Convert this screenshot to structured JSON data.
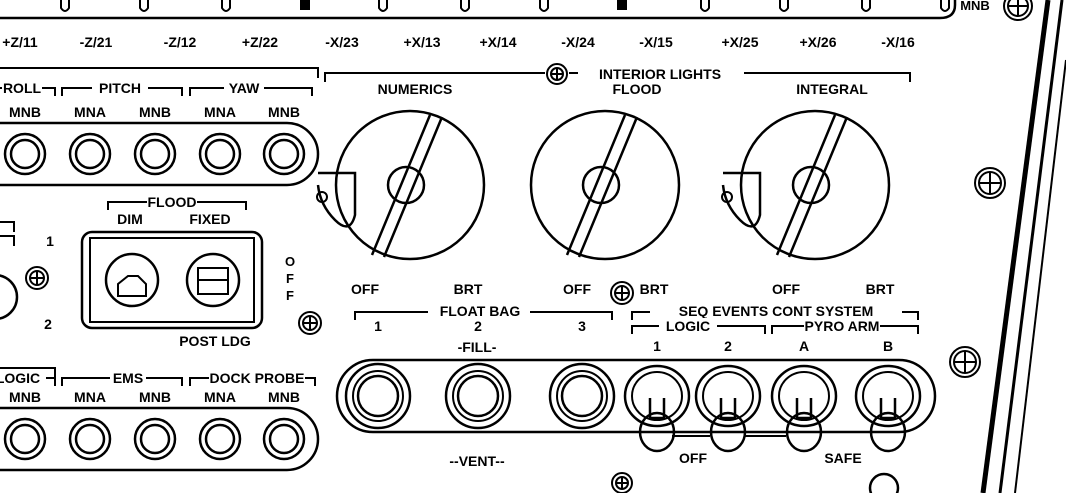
{
  "panel": {
    "top_right_label": "MNB",
    "thruster_labels": [
      "+Z/11",
      "-Z/21",
      "-Z/12",
      "+Z/22",
      "-X/23",
      "+X/13",
      "+X/14",
      "-X/24",
      "-X/15",
      "+X/25",
      "+X/26",
      "-X/16"
    ],
    "rcs_groups": [
      "ROLL",
      "PITCH",
      "YAW"
    ],
    "rcs_buses": [
      "MNB",
      "MNA",
      "MNB",
      "MNA",
      "MNB"
    ],
    "interior_lights": {
      "title": "INTERIOR LIGHTS",
      "dials": [
        {
          "label": "NUMERICS",
          "off": "OFF",
          "brt": "BRT"
        },
        {
          "label": "FLOOD",
          "off": "OFF",
          "brt": "BRT"
        },
        {
          "label": "INTEGRAL",
          "off": "OFF",
          "brt": "BRT"
        }
      ]
    },
    "flood": {
      "title": "FLOOD",
      "dim": "DIM",
      "fixed": "FIXED",
      "post_ldg": "POST LDG",
      "off_letters": [
        "O",
        "F",
        "F"
      ],
      "pos1": "1",
      "pos2": "2"
    },
    "float_bag": {
      "title": "FLOAT BAG",
      "positions": [
        "1",
        "2",
        "3"
      ],
      "fill": "-FILL-",
      "vent": "--VENT--"
    },
    "seq_events": {
      "title": "SEQ EVENTS CONT SYSTEM",
      "logic": "LOGIC",
      "pyro_arm": "PYRO ARM",
      "positions": [
        "1",
        "2",
        "A",
        "B"
      ],
      "off": "OFF",
      "safe": "SAFE"
    },
    "lower_groups": [
      "LOGIC",
      "EMS",
      "DOCK PROBE"
    ],
    "lower_buses": [
      "MNB",
      "MNA",
      "MNB",
      "MNA",
      "MNB"
    ]
  }
}
